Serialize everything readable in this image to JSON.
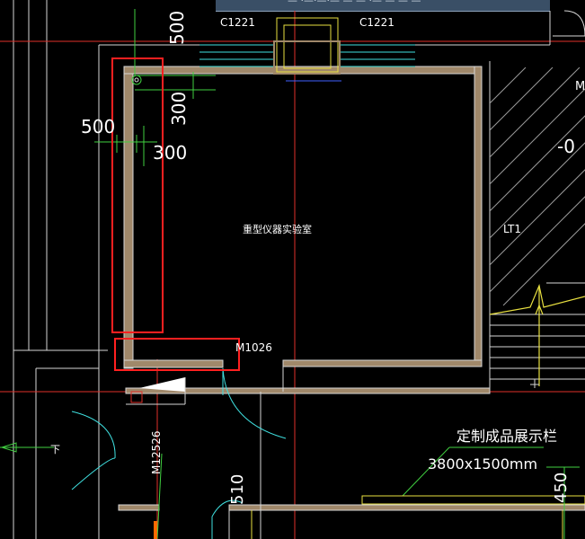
{
  "toolbar": {
    "hint": "— ·—·—·— — — ·— — — —"
  },
  "labels": {
    "window_left": "C1221",
    "window_right": "C1221",
    "room_name": "重型仪器实验室",
    "door_m1026": "M1026",
    "door_m12526": "M12526",
    "lift": "LT1",
    "display_label": "定制成品展示栏",
    "display_size": "3800x1500mm",
    "m_mark": "M",
    "level_mark": "-0",
    "arrow_label": "下"
  },
  "dimensions": {
    "dim_500_top": "500",
    "dim_300_vertical": "300",
    "dim_500_left": "500",
    "dim_300_right": "300",
    "dim_510": "510",
    "dim_450": "450"
  },
  "colors": {
    "background": "#000000",
    "wall_fill": "#a0886a",
    "wall_line": "#d6d6d6",
    "axis_red": "#e0302a",
    "highlight_red": "#ff2020",
    "cyan_door": "#3fe0e0",
    "green_dim": "#40d040",
    "yellow_hatch": "#e8e040",
    "white_text": "#ffffff"
  }
}
